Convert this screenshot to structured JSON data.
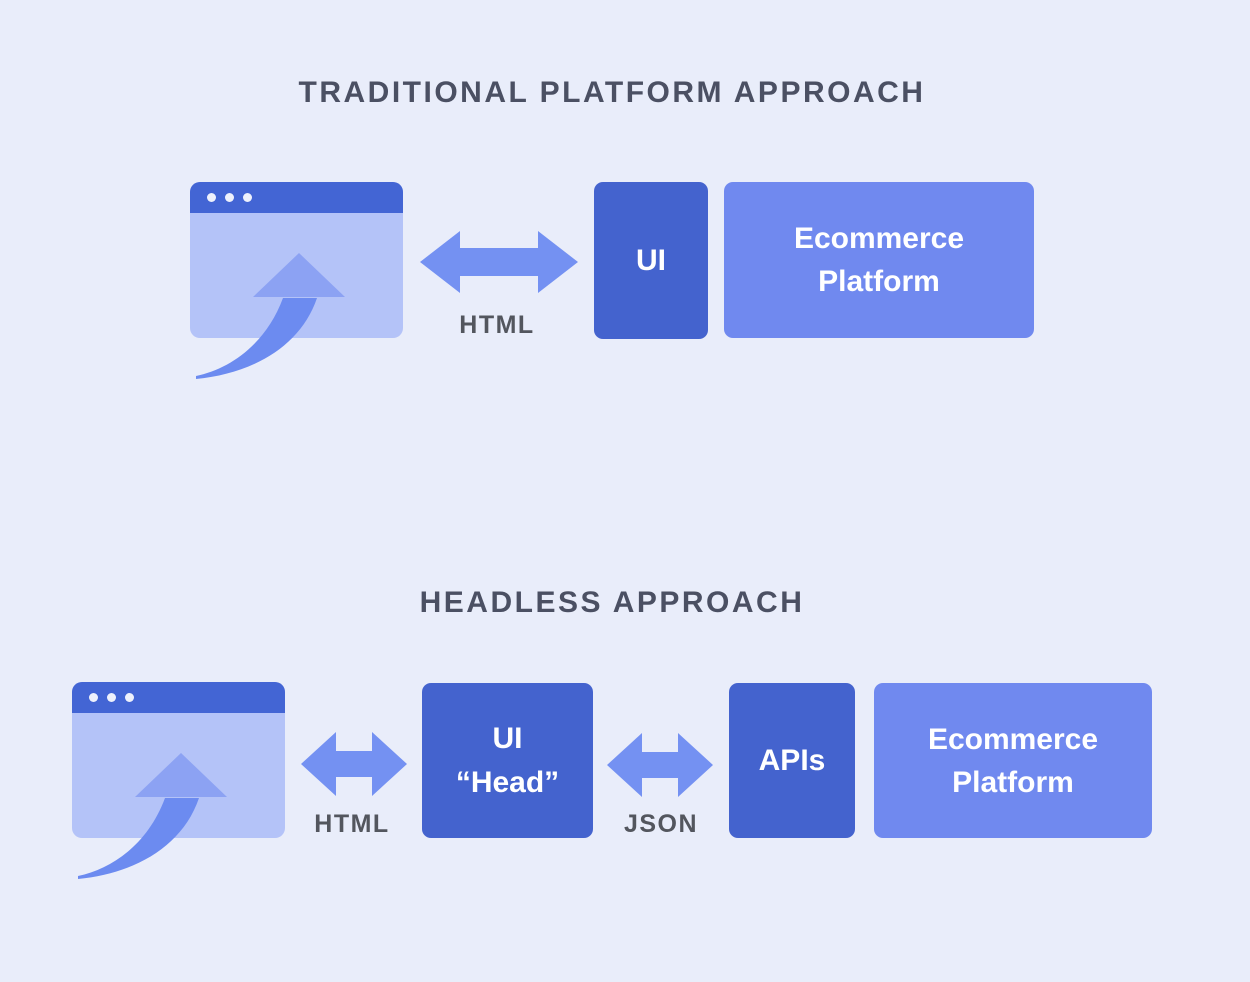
{
  "colors": {
    "background": "#E9EDFA",
    "dark_blue": "#4463CE",
    "medium_blue": "#7089EF",
    "arrow_blue": "#7491F2",
    "arrowhead_blue": "#8CA2F3",
    "swoosh_blue": "#6C8BF0",
    "window_body": "#B4C3F8",
    "window_bar": "#4365D4",
    "heading_text": "#4B5063",
    "label_text": "#53565E",
    "box_text": "#FFFFFF"
  },
  "traditional": {
    "title": "TRADITIONAL PLATFORM APPROACH",
    "html_label": "HTML",
    "ui_box": "UI",
    "platform_box": "Ecommerce Platform"
  },
  "headless": {
    "title": "HEADLESS APPROACH",
    "html_label": "HTML",
    "json_label": "JSON",
    "ui_head_line1": "UI",
    "ui_head_line2": "“Head”",
    "apis_box": "APIs",
    "platform_box": "Ecommerce Platform"
  }
}
